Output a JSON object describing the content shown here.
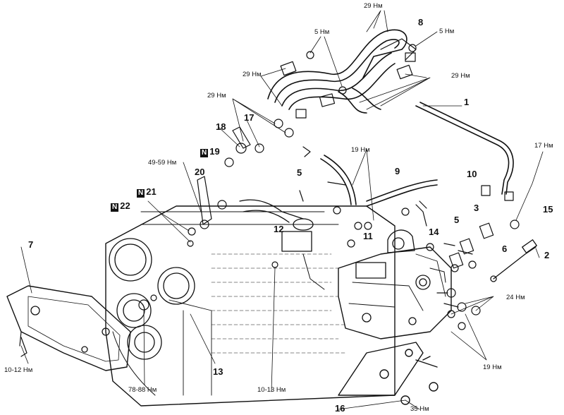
{
  "parts": [
    {
      "key": "p1",
      "text": "1"
    },
    {
      "key": "p2",
      "text": "2"
    },
    {
      "key": "p3",
      "text": "3"
    },
    {
      "key": "p5a",
      "text": "5"
    },
    {
      "key": "p5b",
      "text": "5"
    },
    {
      "key": "p6",
      "text": "6"
    },
    {
      "key": "p7",
      "text": "7"
    },
    {
      "key": "p8",
      "text": "8"
    },
    {
      "key": "p9",
      "text": "9"
    },
    {
      "key": "p10",
      "text": "10"
    },
    {
      "key": "p11",
      "text": "11"
    },
    {
      "key": "p12",
      "text": "12"
    },
    {
      "key": "p13",
      "text": "13"
    },
    {
      "key": "p14",
      "text": "14"
    },
    {
      "key": "p15",
      "text": "15"
    },
    {
      "key": "p16",
      "text": "16"
    },
    {
      "key": "p17",
      "text": "17"
    },
    {
      "key": "p18",
      "text": "18"
    },
    {
      "key": "p19",
      "text": "19",
      "badge": "N"
    },
    {
      "key": "p20",
      "text": "20"
    },
    {
      "key": "p21",
      "text": "21",
      "badge": "N"
    },
    {
      "key": "p22",
      "text": "22",
      "badge": "N"
    }
  ],
  "torques": [
    {
      "key": "t1",
      "text": "29 Нм"
    },
    {
      "key": "t2",
      "text": "5 Нм"
    },
    {
      "key": "t3",
      "text": "5 Нм"
    },
    {
      "key": "t4",
      "text": "29 Нм"
    },
    {
      "key": "t5",
      "text": "29 Нм"
    },
    {
      "key": "t6",
      "text": "29 Нм"
    },
    {
      "key": "t7",
      "text": "19 Нм"
    },
    {
      "key": "t8",
      "text": "17 Нм"
    },
    {
      "key": "t9",
      "text": "49-59 Нм"
    },
    {
      "key": "t10",
      "text": "24 Нм"
    },
    {
      "key": "t11",
      "text": "19 Нм"
    },
    {
      "key": "t12",
      "text": "10-12 Нм"
    },
    {
      "key": "t13",
      "text": "78-88 Нм"
    },
    {
      "key": "t14",
      "text": "10-13 Нм"
    },
    {
      "key": "t15",
      "text": "35 Нм"
    }
  ]
}
